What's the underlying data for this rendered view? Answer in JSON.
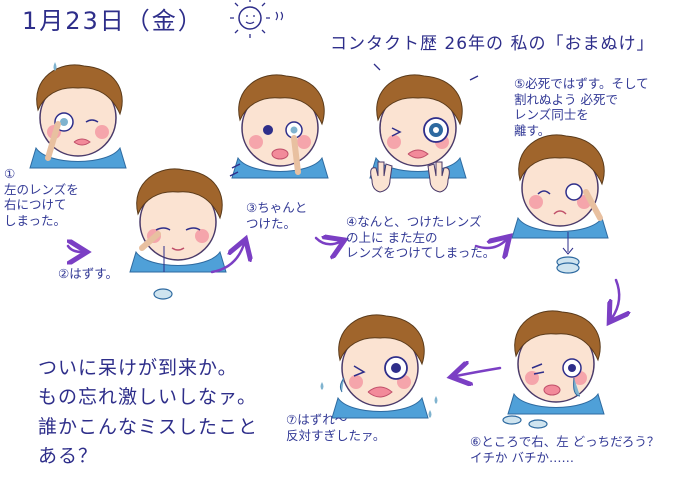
{
  "date_label": "1月23日（金）",
  "headline": "コンタクト歴 26年の 私の「おまぬけ」",
  "captions": {
    "step1": "①\n左のレンズを\n右につけて\nしまった。",
    "step2": "②はずす。",
    "step3": "③ちゃんと\nつけた。",
    "step4": "④なんと、つけたレンズ\nの上に また左の\nレンズをつけてしまった。",
    "step5": "⑤必死ではずす。そして\n割れぬよう 必死で\nレンズ同士を\n離す。",
    "step6": "⑥ところで右、左 どっちだろう？\nイチか バチか……",
    "step7": "⑦はずれ〜\n反対すぎしたァ。"
  },
  "closing_text": "ついに呆けが到来か。\nもの忘れ激しいしなァ。\n誰かこんなミスしたこと\nある？",
  "colors": {
    "ink": "#2e2e8a",
    "hair": "#a0652c",
    "skin": "#fbe3d2",
    "cheek": "#f28a9a",
    "shirt": "#4fa0d8",
    "arrow": "#7b3fc4",
    "lens": "#7fb3cf"
  },
  "icons": [
    "sun-icon",
    "sweat-drop-icon",
    "motion-lines-icon",
    "lens-icon",
    "arrow-icon"
  ]
}
